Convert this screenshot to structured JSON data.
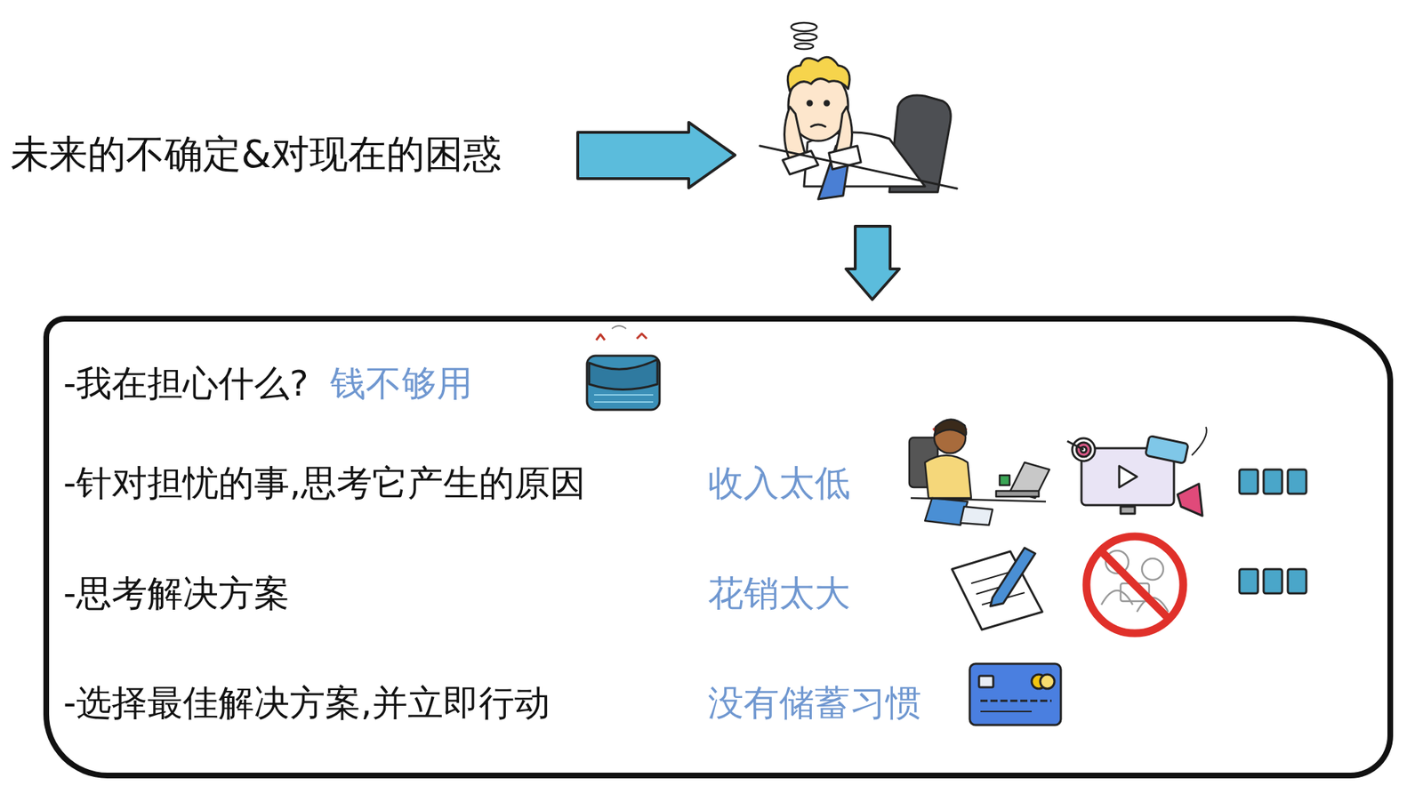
{
  "diagram": {
    "nodes": [
      {
        "text": [
          "-我在担心什么?",
          "钱不够用",
          "-针对担忧的事,思考它产生的原因",
          "收入太低",
          "-思考解决方案",
          "花销太大",
          "-选择最佳解决方案,并立即行动",
          "没有储蓄习惯"
        ]
      }
    ],
    "edges": [],
    "labels": [
      "未来的不确定&对现在的困惑"
    ]
  }
}
